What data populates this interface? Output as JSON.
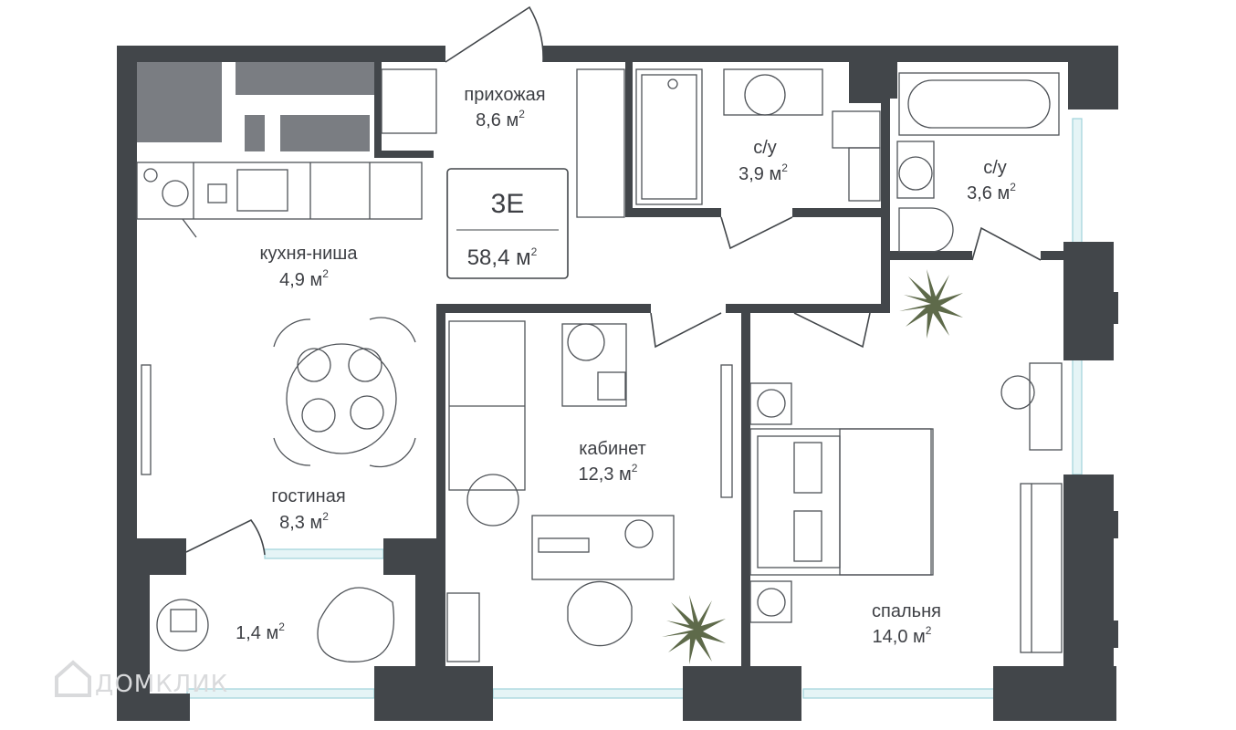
{
  "unit": {
    "code": "3E",
    "total_area": "58,4 м",
    "area_unit_sup": "2"
  },
  "rooms": [
    {
      "id": "hallway",
      "name": "прихожая",
      "area": "8,6 м",
      "sup": "2"
    },
    {
      "id": "bathroom-1",
      "name": "с/у",
      "area": "3,9 м",
      "sup": "2"
    },
    {
      "id": "bathroom-2",
      "name": "с/у",
      "area": "3,6 м",
      "sup": "2"
    },
    {
      "id": "kitchen-niche",
      "name": "кухня-ниша",
      "area": "4,9 м",
      "sup": "2"
    },
    {
      "id": "living-room",
      "name": "гостиная",
      "area": "8,3 м",
      "sup": "2"
    },
    {
      "id": "study",
      "name": "кабинет",
      "area": "12,3 м",
      "sup": "2"
    },
    {
      "id": "bedroom",
      "name": "спальня",
      "area": "14,0 м",
      "sup": "2"
    },
    {
      "id": "balcony",
      "name": "",
      "area": "1,4 м",
      "sup": "2"
    }
  ],
  "watermark": "ДОМКЛИК",
  "colors": {
    "walls": "#42464a",
    "text": "#3d3f44",
    "windows": "#9fd3da",
    "furniture": "#4f5358"
  }
}
